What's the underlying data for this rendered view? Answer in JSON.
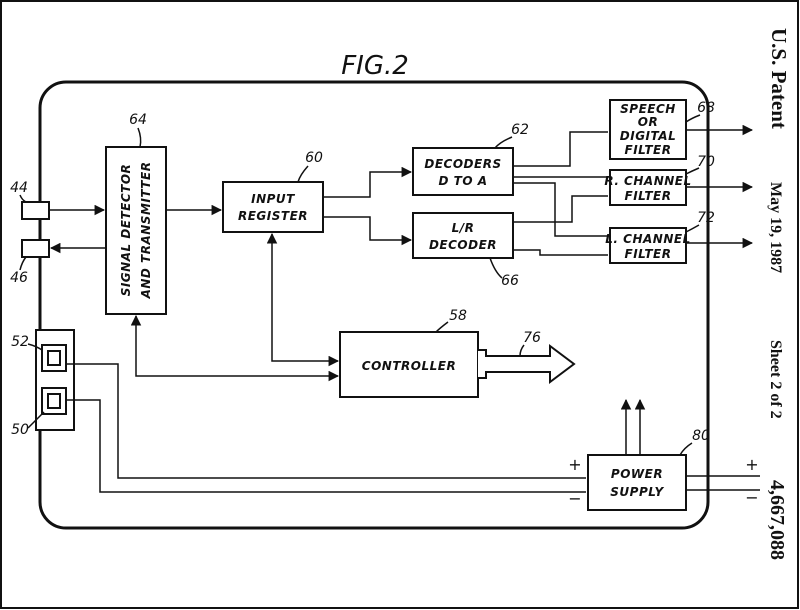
{
  "figure_title": "FIG.2",
  "header": {
    "office": "U.S. Patent",
    "date": "May 19, 1987",
    "sheet": "Sheet 2 of 2",
    "patent_number": "4,667,088"
  },
  "blocks": {
    "signal_detector": {
      "line1": "SIGNAL DETECTOR",
      "line2": "AND TRANSMITTER",
      "ref": "64"
    },
    "input_register": {
      "line1": "INPUT",
      "line2": "REGISTER",
      "ref": "60"
    },
    "decoders": {
      "line1": "DECODERS",
      "line2": "D TO A",
      "ref": "62"
    },
    "lr_decoder": {
      "line1": "L/R",
      "line2": "DECODER",
      "ref": "66"
    },
    "speech_filter": {
      "line1": "SPEECH",
      "line2": "OR",
      "line3": "DIGITAL",
      "line4": "FILTER",
      "ref": "68"
    },
    "r_filter": {
      "line1": "R. CHANNEL",
      "line2": "FILTER",
      "ref": "70"
    },
    "l_filter": {
      "line1": "L. CHANNEL",
      "line2": "FILTER",
      "ref": "72"
    },
    "controller": {
      "line1": "CONTROLLER",
      "ref": "58"
    },
    "power_supply": {
      "line1": "POWER",
      "line2": "SUPPLY",
      "ref": "80"
    }
  },
  "refs": {
    "port_in": "44",
    "port_out": "46",
    "switch_top": "52",
    "switch_bottom": "50",
    "bus": "76"
  },
  "polarity": {
    "plus": "+",
    "minus": "−"
  }
}
